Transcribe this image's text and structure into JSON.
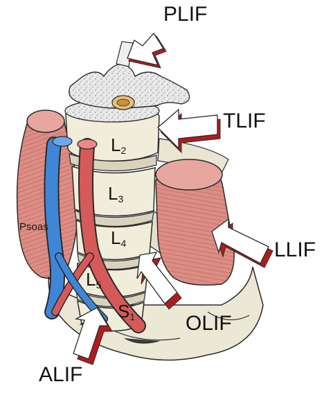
{
  "labels": {
    "plif": "PLIF",
    "tlif": "TLIF",
    "llif": "LLIF",
    "olif": "OLIF",
    "alif": "ALIF",
    "psoas": "Psoas"
  },
  "levels": [
    {
      "letter": "L",
      "sub": "2"
    },
    {
      "letter": "L",
      "sub": "3"
    },
    {
      "letter": "L",
      "sub": "4"
    },
    {
      "letter": "L",
      "sub": "5"
    },
    {
      "letter": "S",
      "sub": "1"
    }
  ],
  "colors": {
    "arrow_face": "#ffffff",
    "arrow_side": "#b01c1c",
    "muscle": "#d9867e",
    "muscle_dark": "#b35a52",
    "bone": "#f1eddb",
    "bone_shadow": "#cfc9b1",
    "vein": "#3f86d6",
    "artery": "#d65a5a",
    "outline": "#2a2a2a"
  }
}
